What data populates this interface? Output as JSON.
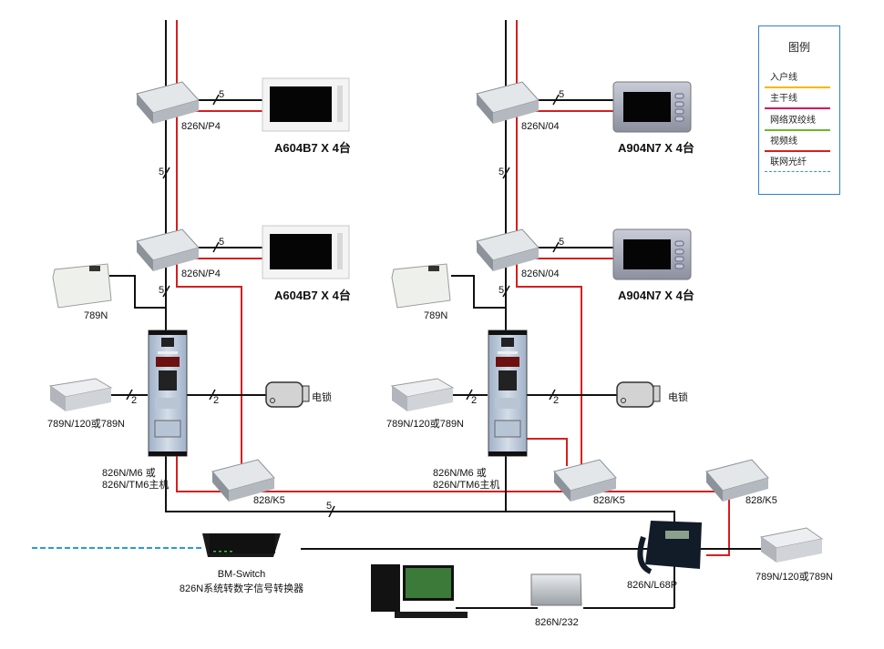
{
  "legend": {
    "title": "图例",
    "items": [
      {
        "label": "入户线",
        "color": "#f5b800",
        "style": "solid"
      },
      {
        "label": "主干线",
        "color": "#d8105a",
        "style": "solid"
      },
      {
        "label": "网络双绞线",
        "color": "#6ab82e",
        "style": "solid"
      },
      {
        "label": "视频线",
        "color": "#d81e1e",
        "style": "solid"
      },
      {
        "label": "联网光纤",
        "color": "#2a9ae0",
        "style": "dashed"
      }
    ]
  },
  "colors": {
    "wire_black": "#111111",
    "wire_red": "#d81e1e",
    "fiber_blue": "#2a9ae0"
  },
  "left_unit": {
    "distributor_upper": "826N/P4",
    "distributor_lower": "826N/P4",
    "monitor_upper": "A604B7 X 4台",
    "monitor_lower": "A604B7 X 4台",
    "power_supply": "789N",
    "power_box": "789N/120或789N",
    "lock": "电锁",
    "door_station_line1": "826N/M6 或",
    "door_station_line2": "826N/TM6主机",
    "switcher": "828/K5",
    "wire_count_monitor_upper": "5",
    "wire_count_monitor_lower": "5",
    "wire_count_riser_upper": "5",
    "wire_count_riser_lower": "5",
    "wire_count_power": "2",
    "wire_count_lock": "2"
  },
  "right_unit": {
    "distributor_upper": "826N/04",
    "distributor_lower": "826N/04",
    "monitor_upper": "A904N7 X 4台",
    "monitor_lower": "A904N7 X 4台",
    "power_supply": "789N",
    "power_box": "789N/120或789N",
    "lock": "电锁",
    "door_station_line1": "826N/M6 或",
    "door_station_line2": "826N/TM6主机",
    "switcher": "828/K5",
    "wire_count_monitor_upper": "5",
    "wire_count_monitor_lower": "5",
    "wire_count_riser_upper": "5",
    "wire_count_riser_lower": "5",
    "wire_count_power": "2",
    "wire_count_lock": "2"
  },
  "backbone": {
    "switcher_main": "828/K5",
    "wire_count_bus": "5",
    "bm_switch_name": "BM-Switch",
    "bm_switch_desc": "826N系统转数字信号转换器",
    "management_phone": "826N/L68P",
    "converter": "826N/232",
    "power_box": "789N/120或789N"
  }
}
